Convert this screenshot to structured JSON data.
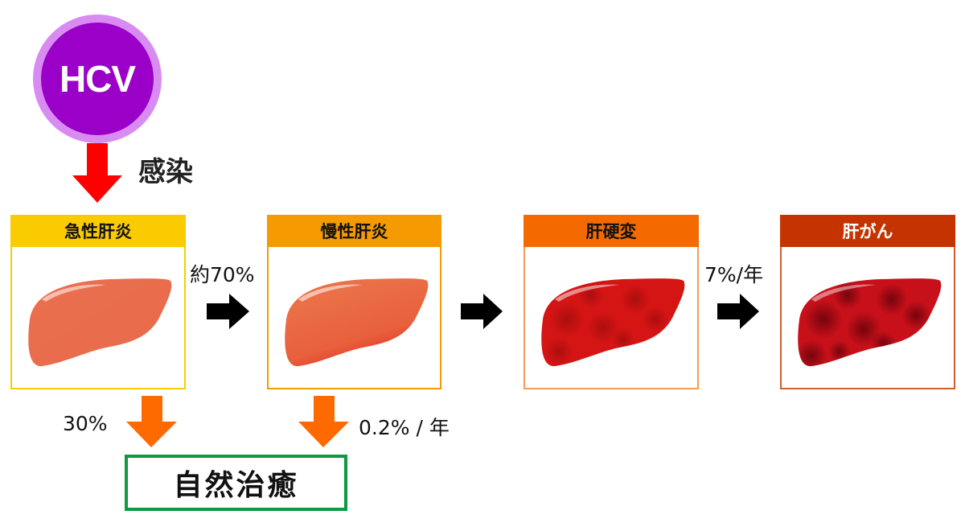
{
  "virus": {
    "label": "HCV",
    "ring_color": "#d88cf2",
    "fill_color": "#9a00c8"
  },
  "infection": {
    "label": "感染",
    "arrow_color": "#ff0000"
  },
  "stages": [
    {
      "label": "急性肝炎",
      "header_color": "#facc00",
      "border_color": "#facc00",
      "header_text_color": "#111111",
      "liver_color": "#e9704f"
    },
    {
      "label": "慢性肝炎",
      "header_color": "#f59a00",
      "border_color": "#f59a00",
      "header_text_color": "#111111",
      "liver_color": "#e9704f"
    },
    {
      "label": "肝硬変",
      "header_color": "#f56a00",
      "border_color": "#f59a5a",
      "header_text_color": "#111111",
      "liver_color": "#d51414"
    },
    {
      "label": "肝がん",
      "header_color": "#c53400",
      "border_color": "#d05c30",
      "header_text_color": "#ffffff",
      "liver_color": "#c8101a"
    }
  ],
  "transitions": [
    {
      "from": "急性肝炎",
      "to": "慢性肝炎",
      "rate": "約70%"
    },
    {
      "from": "慢性肝炎",
      "to": "肝硬変",
      "rate": ""
    },
    {
      "from": "肝硬変",
      "to": "肝がん",
      "rate": "7%/年"
    }
  ],
  "recovery": {
    "label": "自然治癒",
    "border_color": "#0d9a40",
    "arrow_color": "#ff6a00",
    "paths": [
      {
        "from": "急性肝炎",
        "rate": "30%"
      },
      {
        "from": "慢性肝炎",
        "rate": "0.2% / 年"
      }
    ]
  }
}
